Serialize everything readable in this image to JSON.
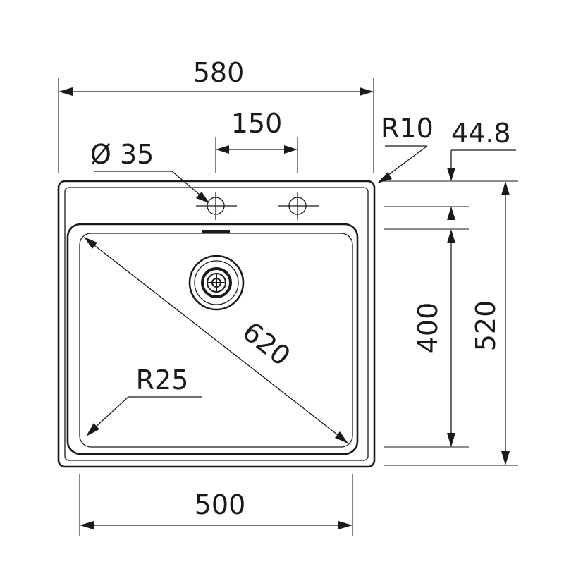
{
  "diagram": {
    "dimensions": {
      "overall_width": "580",
      "tap_hole_spacing": "150",
      "corner_radius_outer": "R10",
      "rim_offset": "44.8",
      "tap_hole_diameter": "Ø 35",
      "bowl_diagonal": "620",
      "bowl_depth": "400",
      "overall_depth": "520",
      "bowl_corner_radius": "R25",
      "bowl_width": "500"
    }
  }
}
